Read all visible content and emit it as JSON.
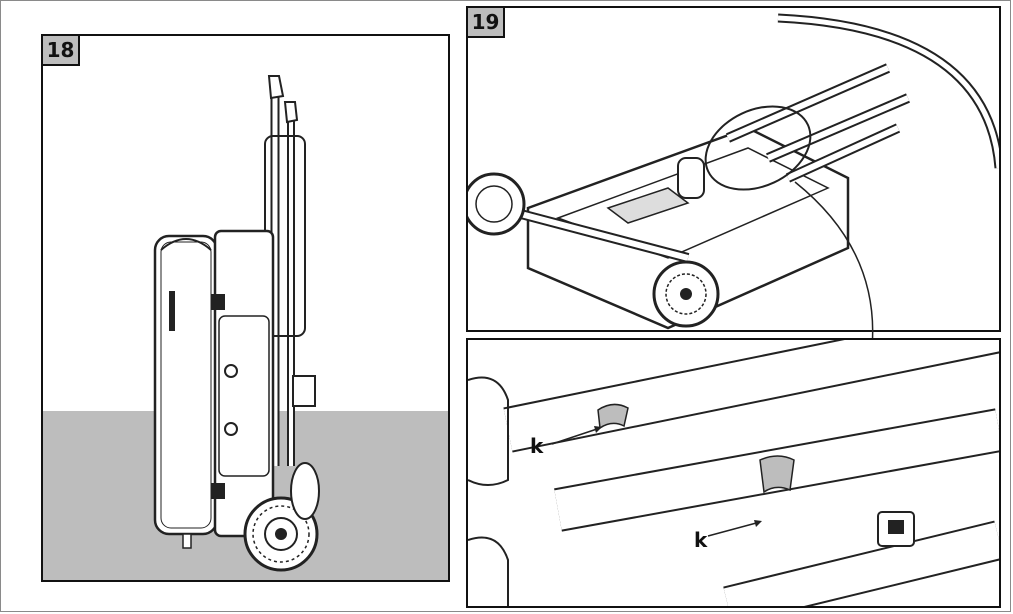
{
  "figures": [
    {
      "number": "18"
    },
    {
      "number": "19"
    }
  ],
  "callouts": [
    {
      "label": "k"
    },
    {
      "label": "k"
    }
  ]
}
